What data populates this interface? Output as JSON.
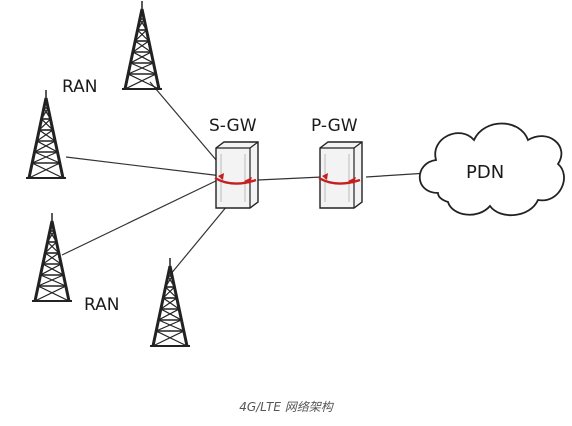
{
  "labels": {
    "ran_top": "RAN",
    "ran_bottom": "RAN",
    "sgw": "S-GW",
    "pgw": "P-GW",
    "pdn": "PDN"
  },
  "caption": "4G/LTE 网络架构",
  "colors": {
    "line": "#333333",
    "tower": "#222222",
    "server_body": "#f4f4f4",
    "arrow": "#c41e1e",
    "cloud_stroke": "#222222"
  },
  "icons": [
    "cell-tower-icon",
    "server-icon",
    "cloud-icon"
  ]
}
